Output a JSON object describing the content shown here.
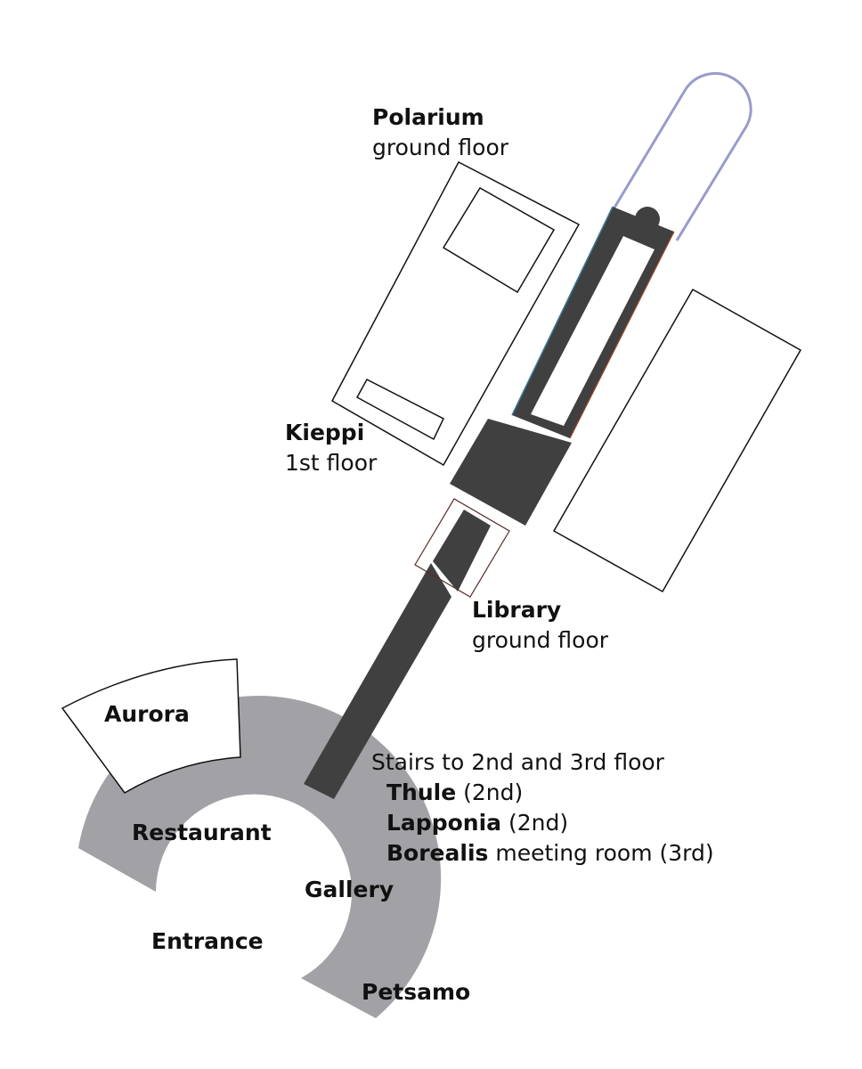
{
  "labels": {
    "polarium": {
      "name": "Polarium",
      "floor": "ground floor"
    },
    "kieppi": {
      "name": "Kieppi",
      "floor": "1st floor"
    },
    "library": {
      "name": "Library",
      "floor": "ground floor"
    },
    "aurora": "Aurora",
    "restaurant": "Restaurant",
    "gallery": "Gallery",
    "entrance": "Entrance",
    "petsamo": "Petsamo",
    "stairs": {
      "title": "Stairs to 2nd and 3rd floor",
      "rooms": [
        {
          "name": "Thule",
          "suffix": " (2nd)"
        },
        {
          "name": "Lapponia",
          "suffix": " (2nd)"
        },
        {
          "name": "Borealis",
          "suffix": " meeting room (3rd)"
        }
      ]
    }
  },
  "colors": {
    "corridor": "#404040",
    "hall": "#a2a2a6",
    "walkway_outline": "#9a9acc",
    "outline": "#111111",
    "accent_red": "#a0442c",
    "accent_blue": "#3c7a99"
  }
}
